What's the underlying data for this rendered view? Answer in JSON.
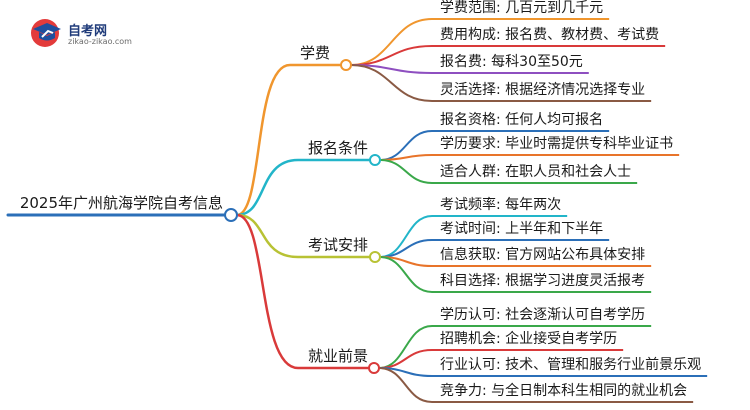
{
  "logo": {
    "name": "自考网",
    "url": "zikao-zikao.com",
    "icon": "graduation-cap-icon"
  },
  "root": {
    "label": "2025年广州航海学院自考信息"
  },
  "branches": [
    {
      "label": "学费",
      "color": "#f0962e",
      "leaves": [
        {
          "label": "学费范围: 几百元到几千元",
          "color": "#f0962e"
        },
        {
          "label": "费用构成: 报名费、教材费、考试费",
          "color": "#d93a3a"
        },
        {
          "label": "报名费: 每科30至50元",
          "color": "#8e4fc0"
        },
        {
          "label": "灵活选择: 根据经济情况选择专业",
          "color": "#8a5a44"
        }
      ]
    },
    {
      "label": "报名条件",
      "color": "#22b5c9",
      "leaves": [
        {
          "label": "报名资格: 任何人均可报名",
          "color": "#2b6fb8"
        },
        {
          "label": "学历要求: 毕业时需提供专科毕业证书",
          "color": "#e8742a"
        },
        {
          "label": "适合人群: 在职人员和社会人士",
          "color": "#3aa84a"
        }
      ]
    },
    {
      "label": "考试安排",
      "color": "#b8c234",
      "leaves": [
        {
          "label": "考试频率: 每年两次",
          "color": "#22b5c9"
        },
        {
          "label": "考试时间: 上半年和下半年",
          "color": "#2b6fb8"
        },
        {
          "label": "信息获取: 官方网站公布具体安排",
          "color": "#e8742a"
        },
        {
          "label": "科目选择: 根据学习进度灵活报考",
          "color": "#3aa84a"
        }
      ]
    },
    {
      "label": "就业前景",
      "color": "#d93a3a",
      "leaves": [
        {
          "label": "学历认可: 社会逐渐认可自考学历",
          "color": "#3aa84a"
        },
        {
          "label": "招聘机会: 企业接受自考学历",
          "color": "#d93a3a"
        },
        {
          "label": "行业认可: 技术、管理和服务行业前景乐观",
          "color": "#2b6fb8"
        },
        {
          "label": "竞争力: 与全日制本科生相同的就业机会",
          "color": "#8a5a44"
        }
      ]
    }
  ],
  "root_color": "#2b6fb8"
}
